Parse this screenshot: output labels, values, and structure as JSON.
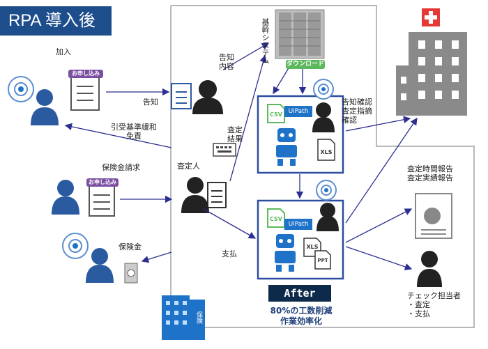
{
  "header": {
    "title": "RPA 導入後"
  },
  "labels": {
    "join": "加入",
    "form_badge_1": "お申し込み",
    "form_badge_2": "お申し込み",
    "notice": "告知",
    "notice_content": [
      "告知",
      "内容"
    ],
    "core_system": [
      "基幹システム"
    ],
    "download": "ダウンロード",
    "relax_standard": [
      "引受基準緩和",
      "免責"
    ],
    "assessment_result": [
      "査定",
      "結果"
    ],
    "notice_confirm": [
      "告知確認",
      "査定指摘",
      "確認"
    ],
    "claim": "保険金請求",
    "assessor": "査定人",
    "insurance_money": "保険金",
    "payment": "支払",
    "report": [
      "査定時間報告",
      "査定実績報告"
    ],
    "checker": [
      "チェック担当者",
      "・査定",
      "・支払"
    ],
    "insurance_building": "保険"
  },
  "robot_box_1": {
    "csv": "CSV",
    "uipath": "UiPath",
    "xls": "XLS"
  },
  "robot_box_2": {
    "csv": "CSV",
    "uipath": "UiPath",
    "xls": "XLS",
    "ppt": "PPT"
  },
  "after": {
    "label": "After",
    "notes": [
      "80%の工数削減",
      "作業効率化"
    ]
  },
  "colors": {
    "title_bg": "#1e4d8c",
    "person": "#2a5aa0",
    "arrow": "#2b2f8f",
    "robot_frame": "#2b4da0",
    "building": "#8a8a8a",
    "green": "#5cb85c",
    "after_bg": "#0d2a4a"
  }
}
